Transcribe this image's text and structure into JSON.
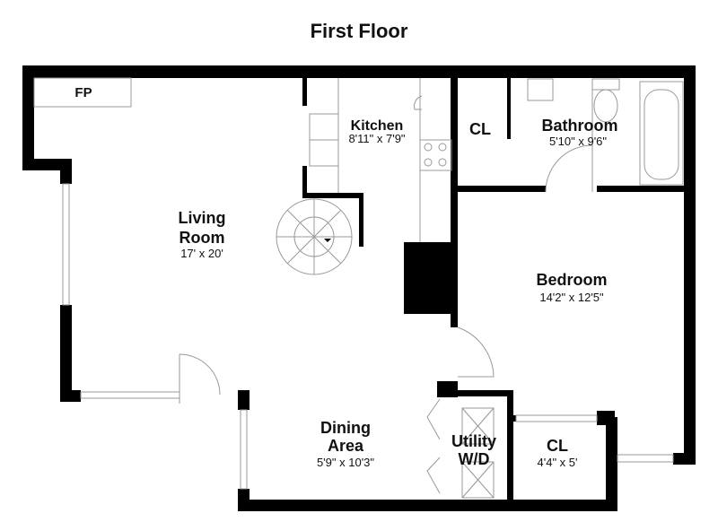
{
  "title": "First Floor",
  "rooms": {
    "fireplace": {
      "name": "FP"
    },
    "kitchen": {
      "name": "Kitchen",
      "dims": "8'11\" x 7'9\""
    },
    "closet_top": {
      "name": "CL"
    },
    "bathroom": {
      "name": "Bathroom",
      "dims": "5'10\" x 9'6\""
    },
    "living": {
      "name_line1": "Living",
      "name_line2": "Room",
      "dims": "17' x 20'"
    },
    "bedroom": {
      "name": "Bedroom",
      "dims": "14'2\" x 12'5\""
    },
    "dining": {
      "name_line1": "Dining",
      "name_line2": "Area",
      "dims": "5'9\" x 10'3\""
    },
    "utility": {
      "name_line1": "Utility",
      "name_line2": "W/D"
    },
    "closet_bottom": {
      "name": "CL",
      "dims": "4'4\" x 5'"
    }
  }
}
